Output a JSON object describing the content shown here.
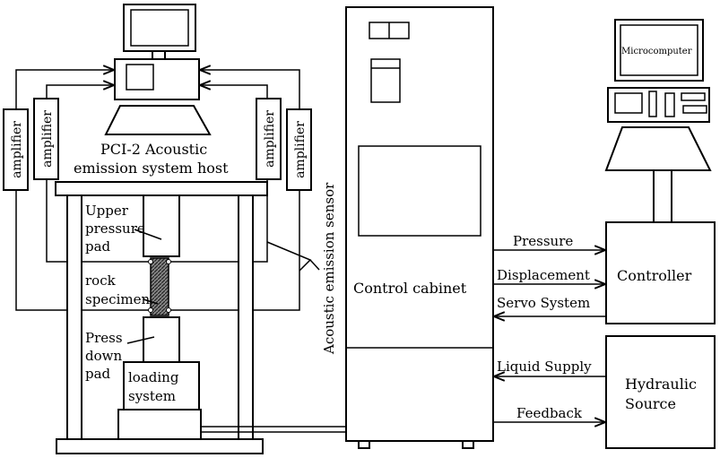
{
  "labels": {
    "pci_host_line1": "PCI-2 Acoustic",
    "pci_host_line2": "emission system host",
    "amplifier": "amplifier",
    "acoustic_sensor": "Acoustic emission sensor",
    "upper_pad_1": "Upper",
    "upper_pad_2": "pressure",
    "upper_pad_3": "pad",
    "rock_1": "rock",
    "rock_2": "specimen",
    "press_down_1": "Press",
    "press_down_2": "down",
    "press_down_3": "pad",
    "loading_1": "loading",
    "loading_2": "system",
    "control_cabinet": "Control cabinet",
    "microcomputer": "Microcomputer",
    "controller": "Controller",
    "hydraulic_1": "Hydraulic",
    "hydraulic_2": "Source",
    "pressure": "Pressure",
    "displacement": "Displacement",
    "servo_system": "Servo System",
    "liquid_supply": "Liquid Supply",
    "feedback": "Feedback"
  }
}
